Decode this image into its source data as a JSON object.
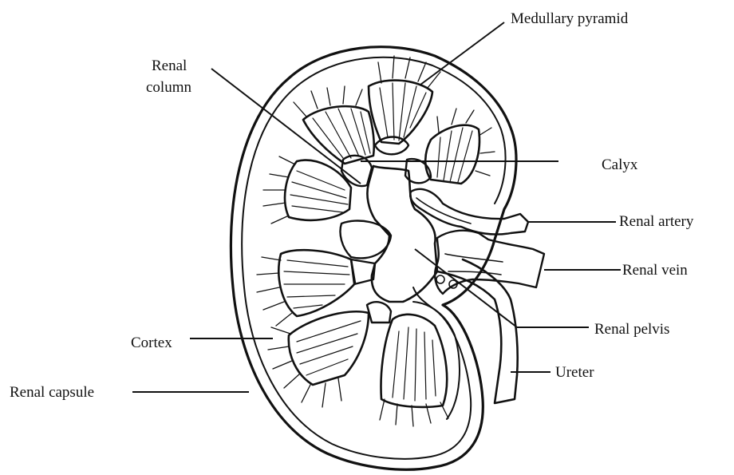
{
  "diagram": {
    "labels": {
      "medullary_pyramid": "Medullary pyramid",
      "renal_column_line1": "Renal",
      "renal_column_line2": "column",
      "calyx": "Calyx",
      "renal_artery": "Renal artery",
      "renal_vein": "Renal vein",
      "renal_pelvis": "Renal pelvis",
      "ureter": "Ureter",
      "cortex": "Cortex",
      "renal_capsule": "Renal capsule"
    }
  }
}
